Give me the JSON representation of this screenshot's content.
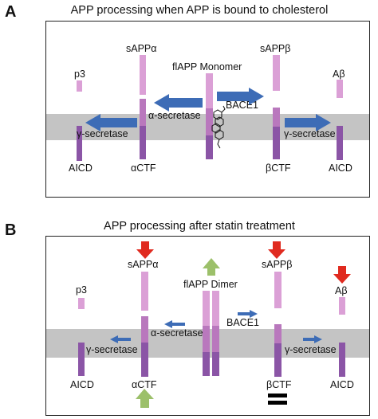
{
  "panel_a": {
    "letter": "A",
    "title": "APP processing when APP is bound to cholesterol",
    "labels": {
      "sappa": "sAPPα",
      "sappb": "sAPPβ",
      "flapp": "flAPP Monomer",
      "p3": "p3",
      "abeta": "Aβ",
      "bace1": "BACE1",
      "alpha_sec": "α-secretase",
      "gamma_sec_left": "γ-secretase",
      "gamma_sec_right": "γ-secretase",
      "aicd_left": "AICD",
      "actf": "αCTF",
      "bctf": "βCTF",
      "aicd_right": "AICD"
    }
  },
  "panel_b": {
    "letter": "B",
    "title": "APP processing after statin treatment",
    "labels": {
      "sappa": "sAPPα",
      "sappb": "sAPPβ",
      "flapp": "flAPP Dimer",
      "p3": "p3",
      "abeta": "Aβ",
      "bace1": "BACE1",
      "alpha_sec": "α-secretase",
      "gamma_sec_left": "γ-secretase",
      "gamma_sec_right": "γ-secretase",
      "aicd_left": "AICD",
      "actf": "αCTF",
      "bctf": "βCTF",
      "aicd_right": "AICD"
    }
  },
  "colors": {
    "membrane": "#c4c4c4",
    "app_light": "#dba0d6",
    "app_mid": "#b978bd",
    "app_dark": "#8b55a6",
    "arrow_blue": "#3d6cb6",
    "arrow_red": "#e02a1f",
    "arrow_green": "#9cc06a",
    "equal_sign": "#000000"
  },
  "icons": {
    "cholesterol": "cholesterol-molecule-icon",
    "increase": "green-up-arrow-icon",
    "decrease": "red-down-arrow-icon",
    "unchanged": "equal-sign-icon"
  }
}
